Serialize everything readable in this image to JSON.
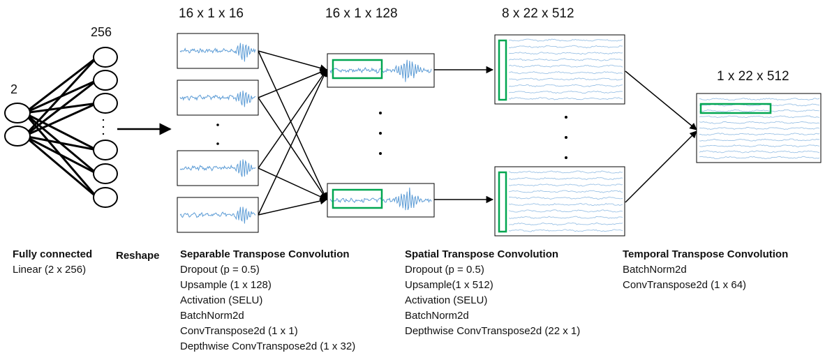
{
  "dims": {
    "neurons_256": "256",
    "inputs_2": "2",
    "sep_out": "16 x 1 x 16",
    "up_out": "16 x 1 x 128",
    "spatial_out": "8 x 22 x 512",
    "final_out": "1 x 22 x 512"
  },
  "stages": {
    "fc": {
      "title": "Fully connected",
      "items": [
        "Linear (2 x 256)"
      ]
    },
    "reshape": {
      "title": "Reshape"
    },
    "separable": {
      "title": "Separable Transpose Convolution",
      "items": [
        "Dropout (p = 0.5)",
        "Upsample (1 x 128)",
        "Activation (SELU)",
        "BatchNorm2d",
        "ConvTranspose2d (1 x 1)",
        "Depthwise ConvTranspose2d (1 x 32)"
      ]
    },
    "spatial": {
      "title": "Spatial Transpose  Convolution",
      "items": [
        "Dropout (p = 0.5)",
        "Upsample(1 x 512)",
        "Activation (SELU)",
        "BatchNorm2d",
        "Depthwise ConvTranspose2d (22 x 1)"
      ]
    },
    "temporal": {
      "title": "Temporal Transpose Convolution",
      "items": [
        "BatchNorm2d",
        "ConvTranspose2d (1 x 64)"
      ]
    }
  },
  "colors": {
    "signal": "#5b9bd5",
    "signal_light": "#9dc3e6",
    "highlight": "#00a650",
    "ink": "#000000"
  }
}
